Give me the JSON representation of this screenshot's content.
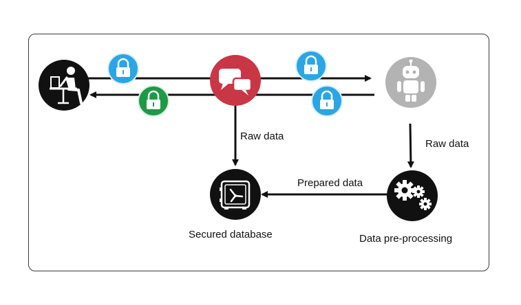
{
  "labels": {
    "raw_data_left": "Raw data",
    "raw_data_right": "Raw data",
    "prepared_data": "Prepared data",
    "secured_database": "Secured database",
    "data_preprocessing": "Data pre-processing"
  },
  "nodes": [
    {
      "id": "user",
      "icon": "user-laptop-icon",
      "color": "#111111"
    },
    {
      "id": "chat",
      "icon": "chat-bubbles-icon",
      "color": "#c93646"
    },
    {
      "id": "bot",
      "icon": "robot-icon",
      "color": "#b0b0b0"
    },
    {
      "id": "database",
      "icon": "vault-icon",
      "color": "#111111"
    },
    {
      "id": "preprocessing",
      "icon": "gears-icon",
      "color": "#111111"
    }
  ],
  "locks": [
    {
      "id": "lock-1",
      "icon": "lock-icon",
      "color": "#2aa5e6"
    },
    {
      "id": "lock-2",
      "icon": "lock-icon",
      "color": "#1d9a46"
    },
    {
      "id": "lock-3",
      "icon": "lock-icon",
      "color": "#2aa5e6"
    },
    {
      "id": "lock-4",
      "icon": "lock-icon",
      "color": "#2aa5e6"
    }
  ],
  "edges": [
    {
      "from": "user",
      "to": "bot",
      "direction": "right"
    },
    {
      "from": "bot",
      "to": "user",
      "direction": "left"
    },
    {
      "from": "chat",
      "to": "database",
      "label": "Raw data"
    },
    {
      "from": "bot",
      "to": "preprocessing",
      "label": "Raw data"
    },
    {
      "from": "preprocessing",
      "to": "database",
      "label": "Prepared data"
    }
  ]
}
